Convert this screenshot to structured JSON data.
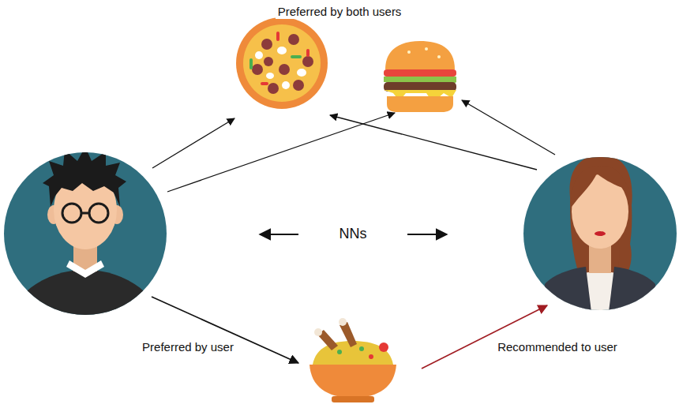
{
  "diagram": {
    "labels": [
      "Preferred by both users",
      "NNs",
      "Preferred by user",
      "Recommended to user"
    ]
  }
}
